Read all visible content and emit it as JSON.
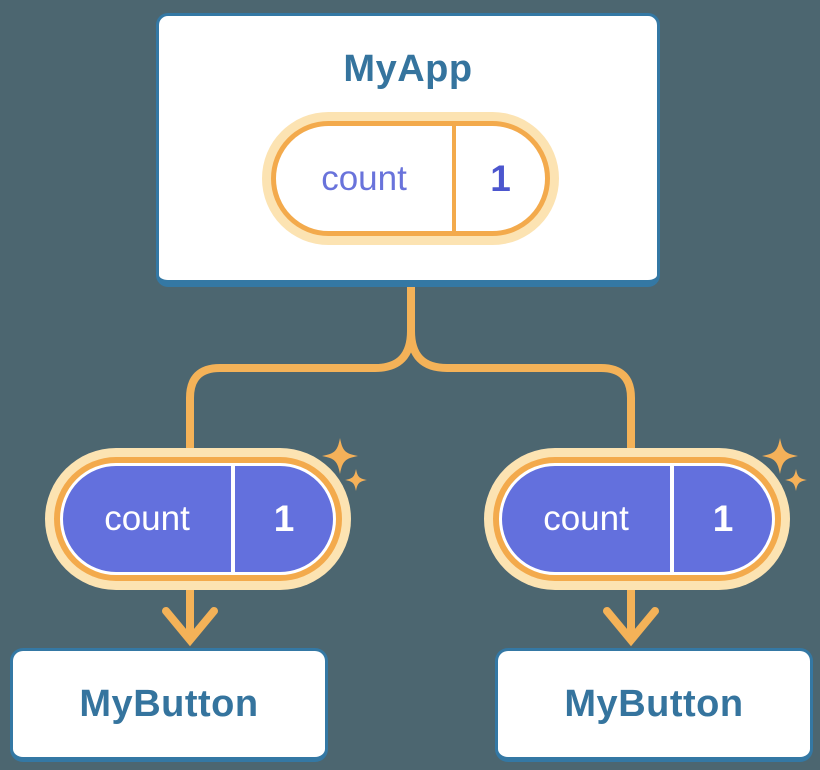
{
  "diagram": {
    "type": "component-tree",
    "description": "Parent component passes shared state down to two children",
    "root": {
      "label": "MyApp",
      "state": {
        "name": "count",
        "value": "1"
      }
    },
    "children": [
      {
        "label": "MyButton",
        "state": {
          "name": "count",
          "value": "1"
        }
      },
      {
        "label": "MyButton",
        "state": {
          "name": "count",
          "value": "1"
        }
      }
    ]
  },
  "colors": {
    "background": "#4C6670",
    "card_fill": "#FFFFFF",
    "card_border": "#3478A4",
    "label_text": "#35749E",
    "connector_orange": "#F4B258",
    "pill_ring_orange": "#F3AA4C",
    "pill_glow": "#FCE3B2",
    "state_fill_purple": "#6370DD",
    "state_name_purple": "#6973DB",
    "state_value_purple": "#4C56CE"
  },
  "icons": {
    "sparkle": "four-point star denoting fresh/updated state"
  }
}
